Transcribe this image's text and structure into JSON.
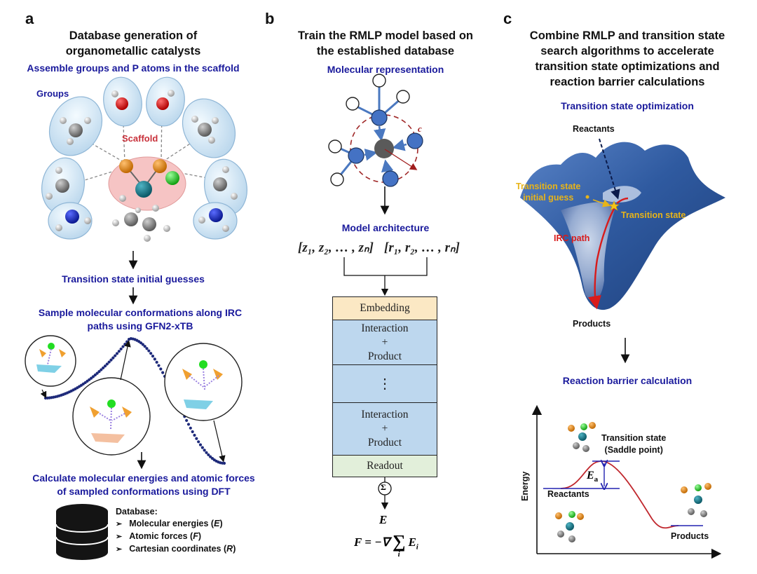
{
  "panel_a": {
    "letter": "a",
    "title_line1": "Database generation of",
    "title_line2": "organometallic catalysts",
    "step1": "Assemble groups and P atoms in the scaffold",
    "groups_label": "Groups",
    "scaffold_label": "Scaffold",
    "step2": "Transition state initial guesses",
    "step3_line1": "Sample molecular conformations along IRC",
    "step3_line2": "paths using GFN2-xTB",
    "step4_line1": "Calculate molecular energies and atomic forces",
    "step4_line2": "of sampled conformations using DFT",
    "database": {
      "heading": "Database:",
      "items": [
        {
          "text": "Molecular energies (",
          "sym": "E",
          "end": ")"
        },
        {
          "text": "Atomic forces (",
          "sym": "F",
          "end": ")"
        },
        {
          "text": "Cartesian coordinates  (",
          "sym": "R",
          "end": ")"
        }
      ]
    }
  },
  "panel_b": {
    "letter": "b",
    "title_line1": "Train the RMLP model based on",
    "title_line2": "the established database",
    "subtitle_rep": "Molecular representation",
    "cutoff_label": "c",
    "subtitle_arch": "Model architecture",
    "input_z": "[z₁, z₂, … , zₙ]",
    "input_r": "[r₁, r₂, … , rₙ]",
    "blocks": [
      {
        "name": "embedding",
        "line1": "Embedding",
        "line2": "",
        "line3": "",
        "color": "#fbe8c4"
      },
      {
        "name": "interaction-1",
        "line1": "Interaction",
        "line2": "+",
        "line3": "Product",
        "color": "#bdd7ee"
      },
      {
        "name": "ellipsis",
        "line1": "⋮",
        "line2": "",
        "line3": "",
        "color": "#bdd7ee"
      },
      {
        "name": "interaction-n",
        "line1": "Interaction",
        "line2": "+",
        "line3": "Product",
        "color": "#bdd7ee"
      },
      {
        "name": "readout",
        "line1": "Readout",
        "line2": "",
        "line3": "",
        "color": "#e2efda"
      }
    ],
    "sum_symbol": "Σ",
    "output_E": "E",
    "force_eq_lhs": "F = −∇",
    "force_eq_sum": "∑",
    "force_eq_sub": "i",
    "force_eq_rhs": "E",
    "force_eq_rhs_sub": "i"
  },
  "panel_c": {
    "letter": "c",
    "title_line1": "Combine RMLP and transition state",
    "title_line2": "search algorithms to accelerate",
    "title_line3": "transition state optimizations and",
    "title_line4": "reaction barrier calculations",
    "subtitle_ts": "Transition state optimization",
    "reactants_label": "Reactants",
    "ts_guess_line1": "Transition state",
    "ts_guess_line2": "initial guess",
    "ts_label": "Transition state",
    "irc_label": "IRC path",
    "products_label": "Products",
    "subtitle_barrier": "Reaction barrier calculation",
    "energy_diagram": {
      "y_axis_label": "Energy",
      "ts_line1": "Transition state",
      "ts_line2": "(Saddle point)",
      "ea_label": "E",
      "ea_sub": "a",
      "reactants_label": "Reactants",
      "products_label": "Products"
    }
  },
  "colors": {
    "title_blue": "#1a1a9c",
    "scaffold_red": "#c8303a",
    "ts_gold": "#e8b418",
    "irc_red": "#d81b1b",
    "surface_blue": "#3a64a8",
    "curve_red": "#c0272d",
    "level_blue": "#2222b0"
  }
}
